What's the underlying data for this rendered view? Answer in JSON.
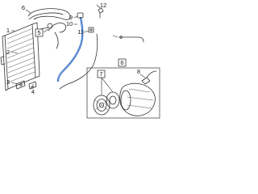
{
  "callouts": {
    "c1": "1",
    "c2": "2",
    "c3": "3",
    "c4": "4",
    "c5": "5",
    "c6": "6",
    "c7": "7",
    "c8": "8",
    "c9": "9",
    "c10": "10",
    "c11": "11",
    "c12": "12"
  },
  "colors": {
    "highlight": "#1f5fbf",
    "line_art": "#333333",
    "background": "#ffffff"
  }
}
